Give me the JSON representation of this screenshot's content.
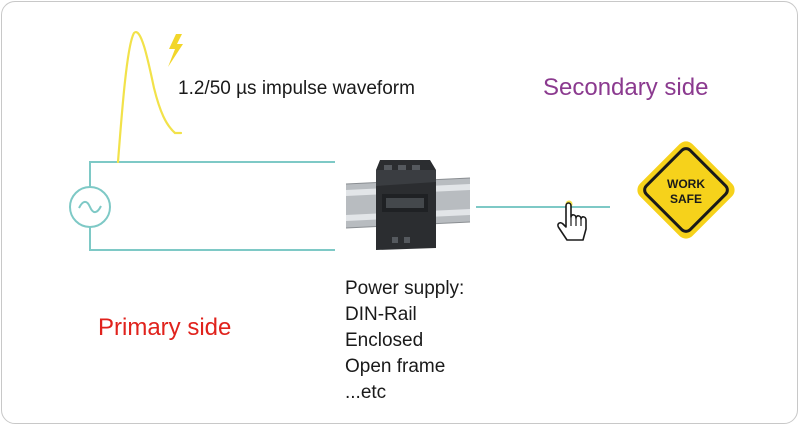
{
  "impulse_label": "1.2/50 µs impulse waveform",
  "secondary_label": "Secondary side",
  "primary_label": "Primary side",
  "power_supply": {
    "title": "Power supply:",
    "items": [
      "DIN-Rail",
      "Enclosed",
      "Open frame",
      "...etc"
    ]
  },
  "sign": {
    "line1": "WORK",
    "line2": "SAFE"
  },
  "colors": {
    "wire": "#7ec9c6",
    "waveform": "#f2e24a",
    "lightning": "#f2d62a",
    "secondary_text": "#8b3a8f",
    "primary_text": "#e0221c",
    "sign_yellow": "#f6d21b",
    "sign_border": "#1a1a1a"
  },
  "icons": [
    "ac-source-icon",
    "lightning-icon",
    "hand-pointer-icon",
    "work-safe-sign-icon",
    "din-rail-power-supply-icon"
  ]
}
